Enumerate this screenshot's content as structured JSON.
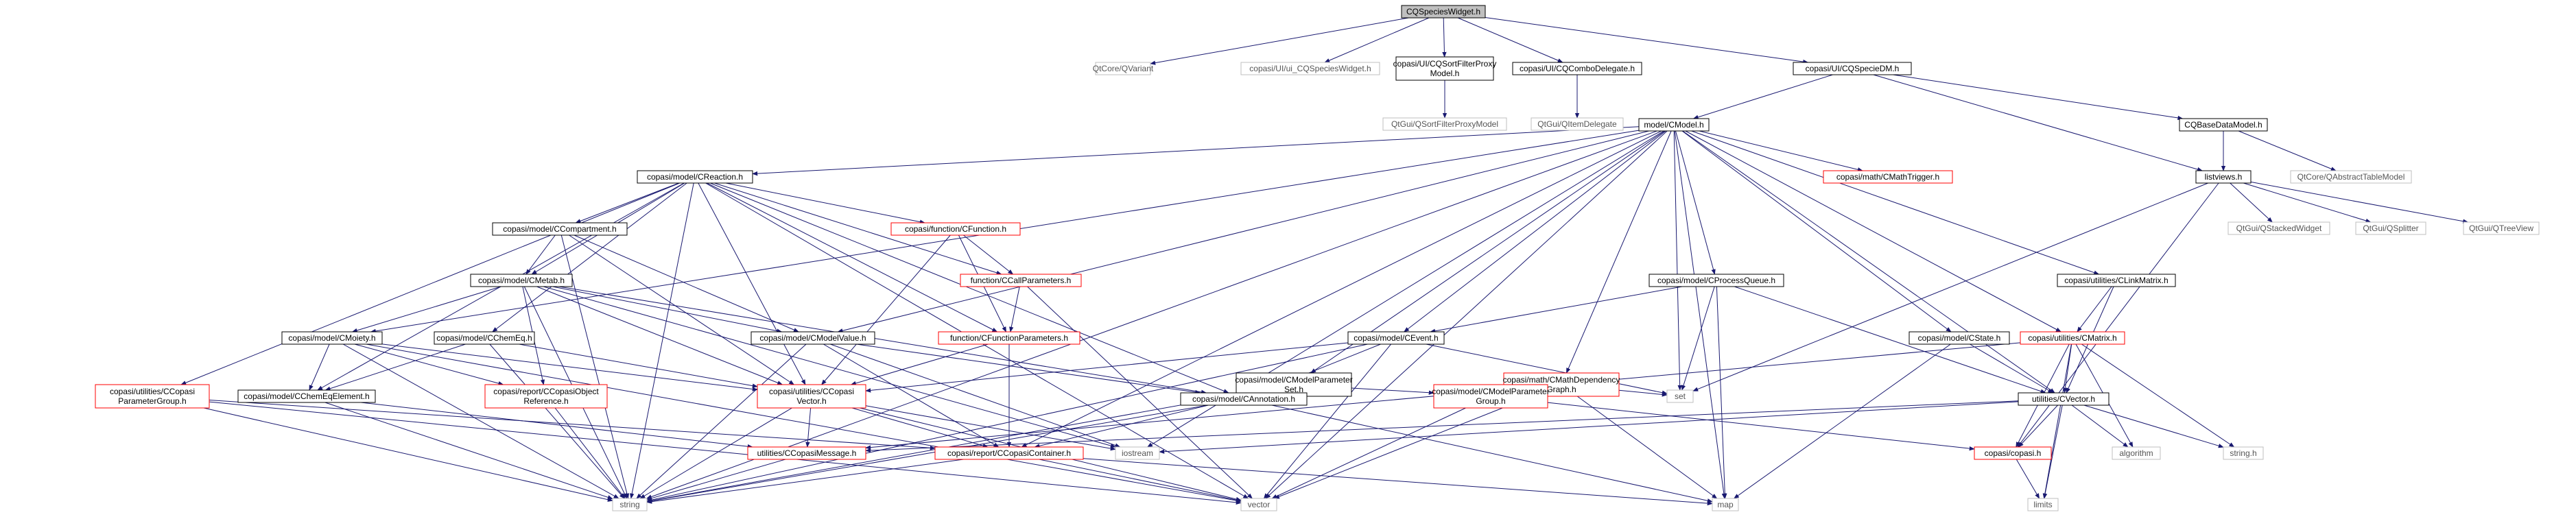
{
  "diagram": {
    "colors": {
      "root_fill": "#bfbfbf",
      "normal_border": "#000000",
      "red_border": "#ff0000",
      "grey_border": "#bfbfbf",
      "edge": "#191970",
      "node_fill": "#ffffff"
    },
    "nodes": {
      "n_root": {
        "lines": [
          "CQSpeciesWidget.h"
        ],
        "style": "root"
      },
      "n_qvariant": {
        "lines": [
          "QtCore/QVariant"
        ],
        "style": "grey"
      },
      "n_ui": {
        "lines": [
          "copasi/UI/ui_CQSpeciesWidget.h"
        ],
        "style": "grey"
      },
      "n_sfpm": {
        "lines": [
          "copasi/UI/CQSortFilterProxy",
          "Model.h"
        ],
        "style": "normal"
      },
      "n_combo": {
        "lines": [
          "copasi/UI/CQComboDelegate.h"
        ],
        "style": "normal"
      },
      "n_speciedm": {
        "lines": [
          "copasi/UI/CQSpecieDM.h"
        ],
        "style": "normal"
      },
      "n_qsfpm": {
        "lines": [
          "QtGui/QSortFilterProxyModel"
        ],
        "style": "grey"
      },
      "n_qitemdel": {
        "lines": [
          "QtGui/QItemDelegate"
        ],
        "style": "grey"
      },
      "n_cmodel": {
        "lines": [
          "model/CModel.h"
        ],
        "style": "normal"
      },
      "n_cqbase": {
        "lines": [
          "CQBaseDataModel.h"
        ],
        "style": "normal"
      },
      "n_qabstract": {
        "lines": [
          "QtCore/QAbstractTableModel"
        ],
        "style": "grey"
      },
      "n_listviews": {
        "lines": [
          "listviews.h"
        ],
        "style": "normal"
      },
      "n_qstacked": {
        "lines": [
          "QtGui/QStackedWidget"
        ],
        "style": "grey"
      },
      "n_qsplitter": {
        "lines": [
          "QtGui/QSplitter"
        ],
        "style": "grey"
      },
      "n_qtreeview": {
        "lines": [
          "QtGui/QTreeView"
        ],
        "style": "grey"
      },
      "n_creaction": {
        "lines": [
          "copasi/model/CReaction.h"
        ],
        "style": "normal"
      },
      "n_cmathtrigger": {
        "lines": [
          "copasi/math/CMathTrigger.h"
        ],
        "style": "red"
      },
      "n_ccompartment": {
        "lines": [
          "copasi/model/CCompartment.h"
        ],
        "style": "normal"
      },
      "n_cfunction": {
        "lines": [
          "copasi/function/CFunction.h"
        ],
        "style": "red"
      },
      "n_ccallparams": {
        "lines": [
          "function/CCallParameters.h"
        ],
        "style": "red"
      },
      "n_cmetab": {
        "lines": [
          "copasi/model/CMetab.h"
        ],
        "style": "normal"
      },
      "n_cfuncparams": {
        "lines": [
          "function/CFunctionParameters.h"
        ],
        "style": "red"
      },
      "n_cmoiety": {
        "lines": [
          "copasi/model/CMoiety.h"
        ],
        "style": "normal"
      },
      "n_cchemeq": {
        "lines": [
          "copasi/model/CChemEq.h"
        ],
        "style": "normal"
      },
      "n_cmodelvalue": {
        "lines": [
          "copasi/model/CModelValue.h"
        ],
        "style": "normal"
      },
      "n_cmodelparamset": {
        "lines": [
          "copasi/model/CModelParameter",
          "Set.h"
        ],
        "style": "normal"
      },
      "n_cevent": {
        "lines": [
          "copasi/model/CEvent.h"
        ],
        "style": "normal"
      },
      "n_cmathdepgraph": {
        "lines": [
          "copasi/math/CMathDependency",
          "Graph.h"
        ],
        "style": "red"
      },
      "n_cprocessqueue": {
        "lines": [
          "copasi/model/CProcessQueue.h"
        ],
        "style": "normal"
      },
      "n_cstate": {
        "lines": [
          "copasi/model/CState.h"
        ],
        "style": "normal"
      },
      "n_clinkmatrix": {
        "lines": [
          "copasi/utilities/CLinkMatrix.h"
        ],
        "style": "normal"
      },
      "n_cmatrix": {
        "lines": [
          "copasi/utilities/CMatrix.h"
        ],
        "style": "red"
      },
      "n_cparamgroup": {
        "lines": [
          "copasi/utilities/CCopasi",
          "ParameterGroup.h"
        ],
        "style": "red"
      },
      "n_cobjref": {
        "lines": [
          "copasi/report/CCopasiObject",
          "Reference.h"
        ],
        "style": "red"
      },
      "n_cchemeqelem": {
        "lines": [
          "copasi/model/CChemEqElement.h"
        ],
        "style": "normal"
      },
      "n_cvector": {
        "lines": [
          "copasi/utilities/CCopasi",
          "Vector.h"
        ],
        "style": "red"
      },
      "n_cannotation": {
        "lines": [
          "copasi/model/CAnnotation.h"
        ],
        "style": "normal"
      },
      "n_cmodelparamgroup": {
        "lines": [
          "copasi/model/CModelParameter",
          "Group.h"
        ],
        "style": "red"
      },
      "n_set": {
        "lines": [
          "set"
        ],
        "style": "grey"
      },
      "n_utilcvector": {
        "lines": [
          "utilities/CVector.h"
        ],
        "style": "normal"
      },
      "n_ccopasimessage": {
        "lines": [
          "utilities/CCopasiMessage.h"
        ],
        "style": "red"
      },
      "n_ccopasicontainer": {
        "lines": [
          "copasi/report/CCopasiContainer.h"
        ],
        "style": "red"
      },
      "n_iostream": {
        "lines": [
          "iostream"
        ],
        "style": "grey"
      },
      "n_copasih": {
        "lines": [
          "copasi/copasi.h"
        ],
        "style": "red"
      },
      "n_algorithm": {
        "lines": [
          "algorithm"
        ],
        "style": "grey"
      },
      "n_stringh": {
        "lines": [
          "string.h"
        ],
        "style": "grey"
      },
      "n_string": {
        "lines": [
          "string"
        ],
        "style": "grey"
      },
      "n_vector": {
        "lines": [
          "vector"
        ],
        "style": "grey"
      },
      "n_map": {
        "lines": [
          "map"
        ],
        "style": "grey"
      },
      "n_limits": {
        "lines": [
          "limits"
        ],
        "style": "grey"
      }
    }
  }
}
